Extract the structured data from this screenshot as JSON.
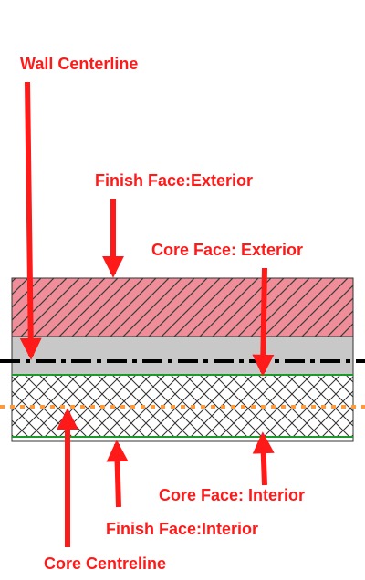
{
  "labels": {
    "wall_centerline": "Wall Centerline",
    "finish_face_exterior": "Finish Face:Exterior",
    "core_face_exterior": "Core Face: Exterior",
    "core_face_interior": "Core Face: Interior",
    "finish_face_interior": "Finish Face:Interior",
    "core_centreline": "Core Centreline"
  },
  "colors": {
    "label_red": "#ff1a1a",
    "arrow_red": "#ff1a1a",
    "finish_layer_fill": "#ef8e99",
    "hatch_lines": "#3a3a3a",
    "air_gap_fill": "#c8c8c8",
    "core_fill": "#ffffff",
    "core_hatch": "#2f2f2f",
    "core_boundary_green": "#1a9a2a",
    "wall_centerline": "#000000",
    "core_centreline": "#ff9a3c",
    "outline": "#333333"
  }
}
